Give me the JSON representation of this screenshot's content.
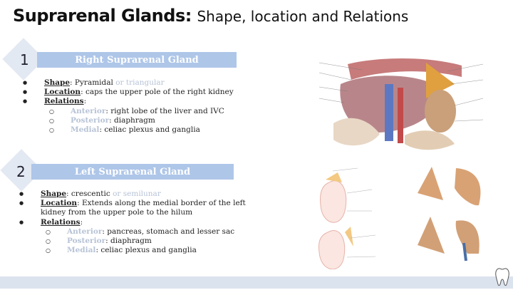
{
  "slide": {
    "title_bold": "Suprarenal Glands:",
    "title_rest": "Shape, location and Relations"
  },
  "sections": [
    {
      "number": "1",
      "heading": "Right Suprarenal Gland",
      "shape_key": "Shape",
      "shape_text": ": Pyramidal ",
      "shape_alt": "or triangular",
      "location_key": "Location",
      "location_text": ": caps the upper pole of the right kidney",
      "relations_key": "Relations",
      "relations_colon": ":",
      "relations": [
        {
          "key": "Anterior",
          "text": ": right lobe of the liver and IVC"
        },
        {
          "key": "Posterior",
          "text": ": diaphragm"
        },
        {
          "key": "Medial",
          "text": ": celiac plexus and ganglia"
        }
      ]
    },
    {
      "number": "2",
      "heading": "Left Suprarenal Gland",
      "shape_key": "Shape",
      "shape_text": ": crescentic ",
      "shape_alt": "or semilunar",
      "location_key": "Location",
      "location_text": ": Extends along the medial border of the left kidney from the upper pole to the hilum",
      "relations_key": "Relations",
      "relations_colon": ":",
      "relations": [
        {
          "key": "Anterior",
          "text": ": pancreas, stomach and lesser sac"
        },
        {
          "key": "Posterior",
          "text": ": diaphragm"
        },
        {
          "key": "Medial",
          "text": ": celiac plexus and ganglia"
        }
      ]
    }
  ],
  "colors": {
    "bar": "#aec6e8",
    "diamond": "#e3e9f2",
    "muted": "#b7c3d6",
    "footer": "#dbe3ee"
  },
  "figures": [
    {
      "icon": "right-suprarenal-relations-illustration"
    },
    {
      "icon": "kidneys-suprarenal-diagram"
    },
    {
      "icon": "suprarenal-gland-shapes-illustration"
    }
  ],
  "footer": {
    "icon": "tooth-logo-icon"
  }
}
